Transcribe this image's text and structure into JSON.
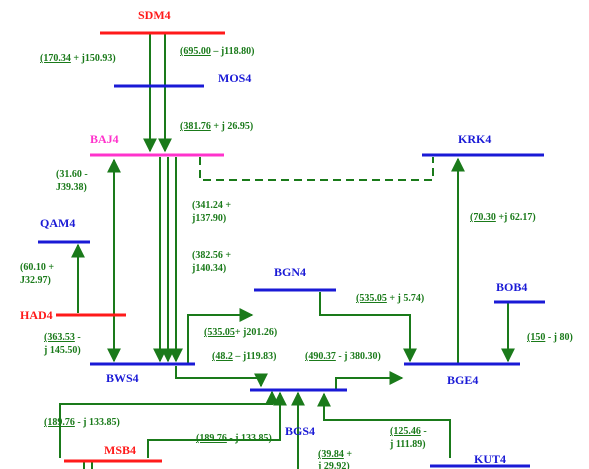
{
  "colors": {
    "bus_red": "#ff1a1a",
    "bus_blue": "#1a1ad6",
    "bus_magenta": "#ff33cc",
    "flow_green": "#1a7a1a",
    "background": "#ffffff"
  },
  "buses": {
    "sdm4": "SDM4",
    "mos4": "MOS4",
    "baj4": "BAJ4",
    "krk4": "KRK4",
    "qam4": "QAM4",
    "had4": "HAD4",
    "bgn4": "BGN4",
    "bob4": "BOB4",
    "bws4": "BWS4",
    "bge4": "BGE4",
    "bgs4": "BGS4",
    "msb4": "MSB4",
    "kut4": "KUT4"
  },
  "flows": {
    "sdm_baj_left": {
      "real": "(170.34",
      "imag": " + j150.93)"
    },
    "sdm_baj_right": {
      "real": "(695.00",
      "imag": " – j118.80)"
    },
    "mos_baj": {
      "real": "(381.76",
      "imag": " + j 26.95)"
    },
    "baj_qam_l1": "(31.60 -",
    "baj_qam_l2": "J39.38)",
    "baj_bws_a_l1": "(341.24 +",
    "baj_bws_a_l2": "j137.90)",
    "baj_bws_b_l1": "(382.56 +",
    "baj_bws_b_l2": "j140.34)",
    "krk": {
      "real": "(70.30",
      "imag": " +j 62.17)"
    },
    "had_qam_l1": "(60.10 +",
    "had_qam_l2": "J32.97)",
    "had_bws": {
      "real": "(363.53",
      "imag": " -"
    },
    "had_bws_l2": "j 145.50)",
    "bgn_bge": {
      "real": "(535.05",
      "imag": " + j 5.74)"
    },
    "bob_bge": {
      "real": "(150",
      "imag": " - j 80)"
    },
    "bws_bgn": {
      "real": "(535.05",
      "imag": "+ j201.26)"
    },
    "bws_bgs": {
      "real": "(48.2",
      "imag": " – j119.83)"
    },
    "bgs_bge": {
      "real": "(490.37",
      "imag": " - j 380.30)"
    },
    "msb_left": {
      "real": "(189.76",
      "imag": " - j 133.85)"
    },
    "msb_right": {
      "real": "(189.76",
      "imag": " - j 133.85)"
    },
    "kut_bgs": {
      "real": "(125.46",
      "imag": " -"
    },
    "kut_bgs_l2": "j 111.89)",
    "bgs_bottom": {
      "real": "(39.84",
      "imag": " +"
    },
    "bgs_bottom_l2": "j 29.92)"
  }
}
